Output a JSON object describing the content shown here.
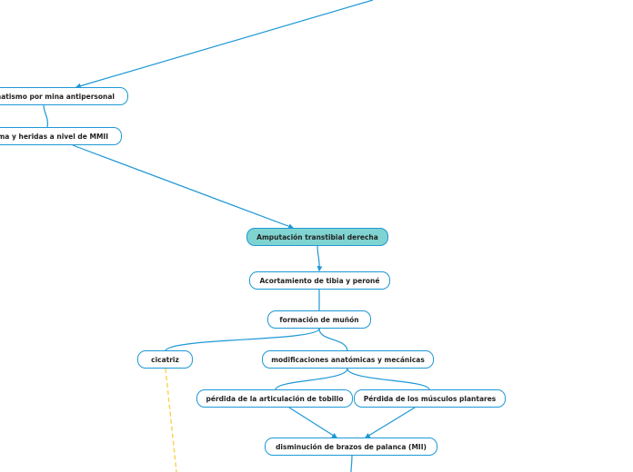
{
  "colors": {
    "link": "#1d98d6",
    "dashed_link": "#f7d44a",
    "highlight_fill": "#7fd3d0"
  },
  "nodes": {
    "trauma_mina": "raumatismo por mina antipersonal",
    "trauma_heridas": "auma y heridas a nivel de MMII",
    "amputacion": "Amputación transtibial derecha",
    "acortamiento": "Acortamiento de tibia y peroné",
    "munon": "formación de muñón",
    "cicatriz": "cicatriz",
    "modificaciones": "modificaciones anatómicas y mecánicas",
    "perdida_tobillo": "pérdida de la articulación de tobillo",
    "perdida_musculos": "Pérdida de los músculos plantares",
    "brazos_palanca": "disminución de brazos de palanca (MII)"
  }
}
